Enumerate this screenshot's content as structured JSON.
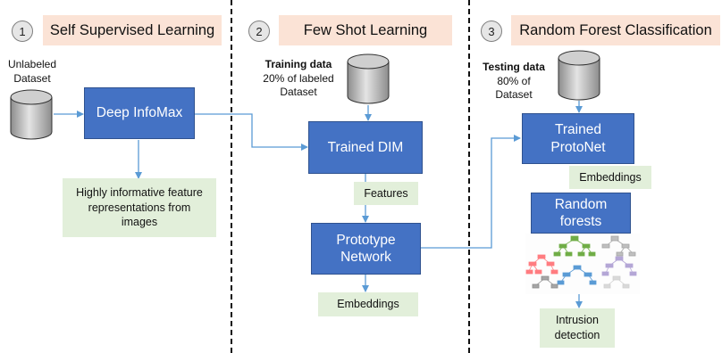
{
  "phases": [
    {
      "number": "1",
      "title": "Self Supervised Learning"
    },
    {
      "number": "2",
      "title": "Few Shot Learning"
    },
    {
      "number": "3",
      "title": "Random Forest Classification"
    }
  ],
  "phase1": {
    "dataset_line1": "Unlabeled",
    "dataset_line2": "Dataset",
    "model": "Deep InfoMax",
    "output_line1": "Highly informative feature",
    "output_line2": "representations from",
    "output_line3": "images"
  },
  "phase2": {
    "data_title": "Training data",
    "data_line2": "20% of labeled",
    "data_line3": "Dataset",
    "model": "Trained DIM",
    "features": "Features",
    "network_line1": "Prototype",
    "network_line2": "Network",
    "embeddings": "Embeddings"
  },
  "phase3": {
    "data_title": "Testing data",
    "data_line2": "80% of",
    "data_line3": "Dataset",
    "model_line1": "Trained",
    "model_line2": "ProtoNet",
    "embeddings": "Embeddings",
    "forest_line1": "Random",
    "forest_line2": "forests",
    "output_line1": "Intrusion",
    "output_line2": "detection"
  },
  "colors": {
    "box_blue": "#4472c4",
    "box_green": "#e2efda",
    "phase_header": "#fbe3d6",
    "arrow": "#5b9bd5"
  },
  "icons": [
    "database-icon",
    "decision-tree-icon"
  ]
}
